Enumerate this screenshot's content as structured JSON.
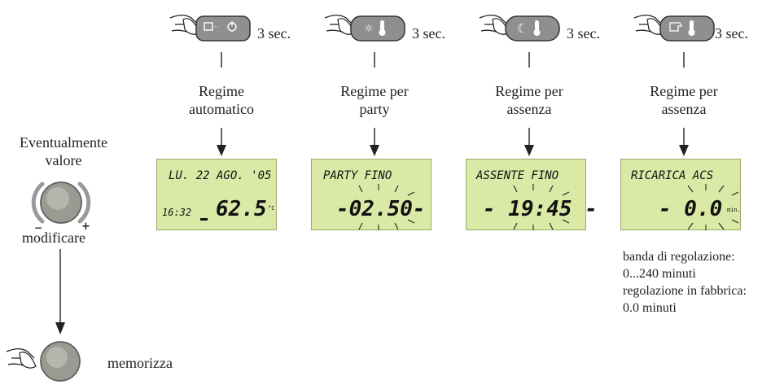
{
  "buttons": [
    {
      "label": "3 sec.",
      "icon": "auto-mode-icon"
    },
    {
      "label": "3 sec.",
      "icon": "party-mode-icon"
    },
    {
      "label": "3 sec.",
      "icon": "absence-mode-icon"
    },
    {
      "label": "3 sec.",
      "icon": "dhw-recharge-icon"
    }
  ],
  "modes": [
    {
      "line1": "Regime",
      "line2": "automatico"
    },
    {
      "line1": "Regime per",
      "line2": "party"
    },
    {
      "line1": "Regime per",
      "line2": "assenza"
    },
    {
      "line1": "Regime per",
      "line2": "assenza"
    }
  ],
  "displays": [
    {
      "top": "LU. 22 AGO. '05",
      "time": "16:32",
      "value": "62.5",
      "unit": "°C"
    },
    {
      "top": "PARTY FINO",
      "value": "-02.50-"
    },
    {
      "top": "ASSENTE FINO",
      "value": "- 19:45 -"
    },
    {
      "top": "RICARICA ACS",
      "value": "- 0.0",
      "unit": "min."
    }
  ],
  "knob": {
    "line1": "Eventualmente",
    "line2": "valore",
    "minus": "−",
    "plus": "+",
    "line3": "modificare"
  },
  "store": {
    "label": "memorizza"
  },
  "note": {
    "line1": "banda di regolazione:",
    "line2": "0...240 minuti",
    "line3": "regolazione in fabbrica:",
    "line4": "0.0 minuti"
  },
  "colors": {
    "lcd": "#dbe9a6",
    "button": "#8f8f8f",
    "knob": "#9a9a92"
  }
}
